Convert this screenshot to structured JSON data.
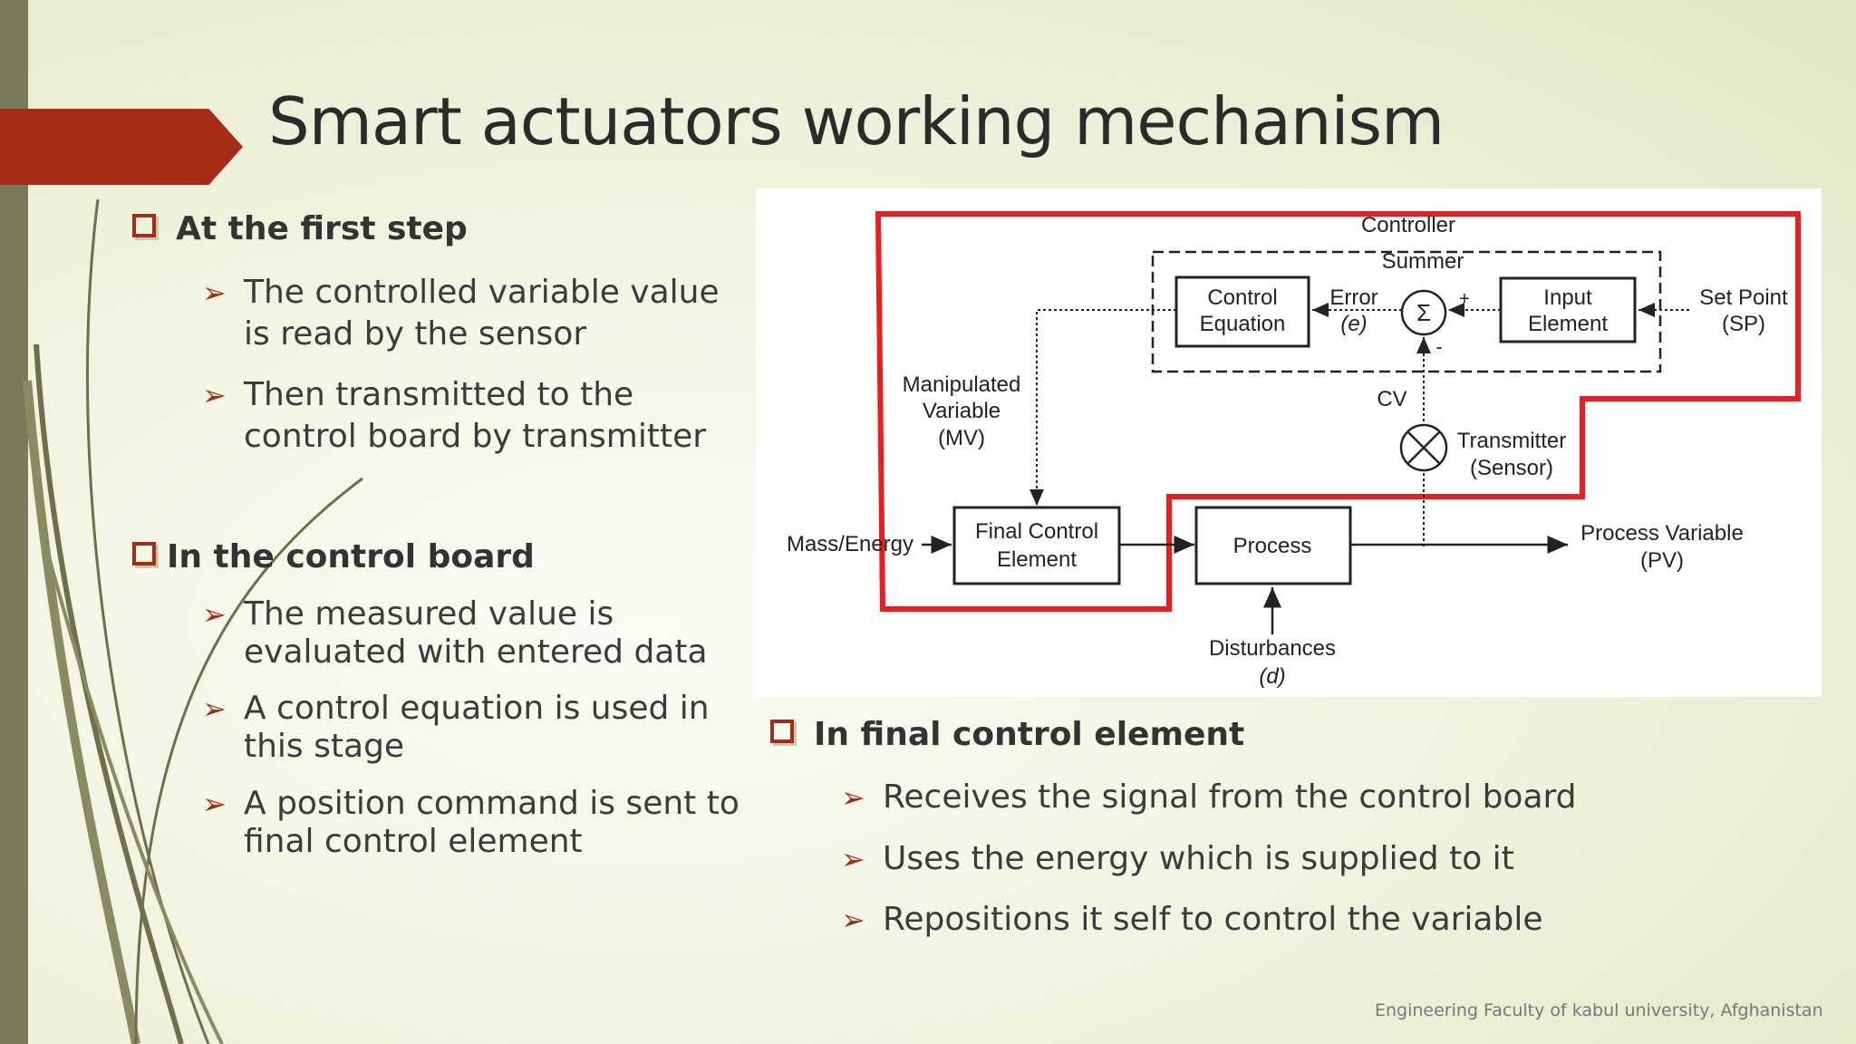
{
  "slide": {
    "title": "Smart actuators working mechanism",
    "footer": "Engineering Faculty of kabul university, Afghanistan"
  },
  "sections": [
    {
      "heading": "At the first step",
      "bullets": [
        "The controlled variable value\nis read by the sensor",
        "Then transmitted to the\ncontrol board by transmitter"
      ]
    },
    {
      "heading": "In the control board",
      "bullets": [
        "The measured value is\nevaluated with entered data",
        "A control equation is used in\nthis stage",
        "A position command is sent to\nfinal control element"
      ]
    },
    {
      "heading": "In final control element",
      "bullets": [
        "Receives the signal from the control board",
        "Uses the energy which is supplied to it",
        "Repositions it self to control the variable"
      ]
    }
  ],
  "diagram": {
    "controller": "Controller",
    "summer": "Summer",
    "control_eq_1": "Control",
    "control_eq_2": "Equation",
    "error_1": "Error",
    "error_2": "(e)",
    "sigma": "Σ",
    "plus": "+",
    "minus": "-",
    "input_1": "Input",
    "input_2": "Element",
    "setpoint_1": "Set Point",
    "setpoint_2": "(SP)",
    "mv_1": "Manipulated",
    "mv_2": "Variable",
    "mv_3": "(MV)",
    "cv": "CV",
    "transmitter_1": "Transmitter",
    "transmitter_2": "(Sensor)",
    "mass_energy": "Mass/Energy",
    "fce_1": "Final Control",
    "fce_2": "Element",
    "process": "Process",
    "pv_1": "Process Variable",
    "pv_2": "(PV)",
    "dist_1": "Disturbances",
    "dist_2": "(d)"
  },
  "colors": {
    "accent": "#a52c16",
    "highlight": "#ee1c1c",
    "sidebar": "#7a7a58"
  }
}
